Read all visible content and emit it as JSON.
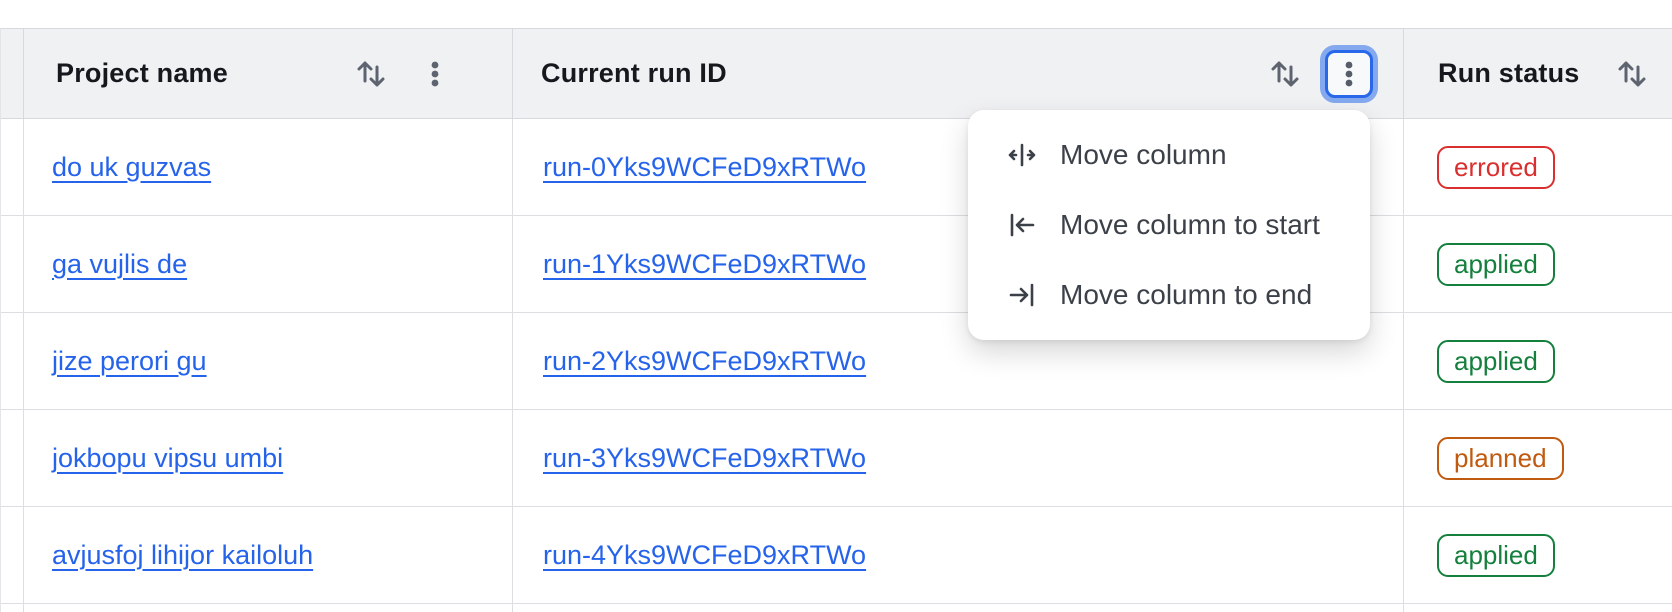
{
  "table": {
    "columns": [
      {
        "label": "Project name"
      },
      {
        "label": "Current run ID"
      },
      {
        "label": "Run status"
      }
    ],
    "rows": [
      {
        "project": "do uk guzvas",
        "run_id": "run-0Yks9WCFeD9xRTWo",
        "status": "errored"
      },
      {
        "project": "ga vujlis de",
        "run_id": "run-1Yks9WCFeD9xRTWo",
        "status": "applied"
      },
      {
        "project": "jize perori gu",
        "run_id": "run-2Yks9WCFeD9xRTWo",
        "status": "applied"
      },
      {
        "project": "jokbopu vipsu umbi",
        "run_id": "run-3Yks9WCFeD9xRTWo",
        "status": "planned"
      },
      {
        "project": "avjusfoj lihijor kailoluh",
        "run_id": "run-4Yks9WCFeD9xRTWo",
        "status": "applied"
      }
    ]
  },
  "menu": {
    "items": [
      {
        "label": "Move column",
        "icon": "move-column-icon"
      },
      {
        "label": "Move column to start",
        "icon": "move-column-to-start-icon"
      },
      {
        "label": "Move column to end",
        "icon": "move-column-to-end-icon"
      }
    ]
  },
  "colors": {
    "link_blue": "#2563eb",
    "header_bg": "#f0f1f3",
    "border": "#dcdee2",
    "focus_ring": "#2968e8",
    "status_errored": "#da2f2f",
    "status_applied": "#15803d",
    "status_planned": "#c05a11"
  }
}
